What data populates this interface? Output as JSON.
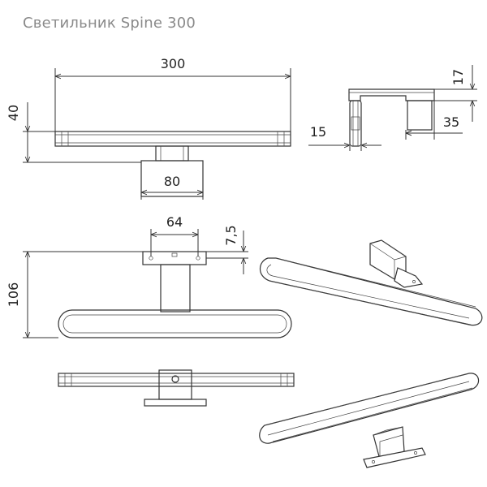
{
  "title": "Светильник Spine 300",
  "dimensions": {
    "length": "300",
    "height": "40",
    "side_depth": "17",
    "side_depth2": "35",
    "side_width": "15",
    "mount_width": "80",
    "hole_spacing": "64",
    "hole_offset": "7,5",
    "total_height": "106"
  }
}
